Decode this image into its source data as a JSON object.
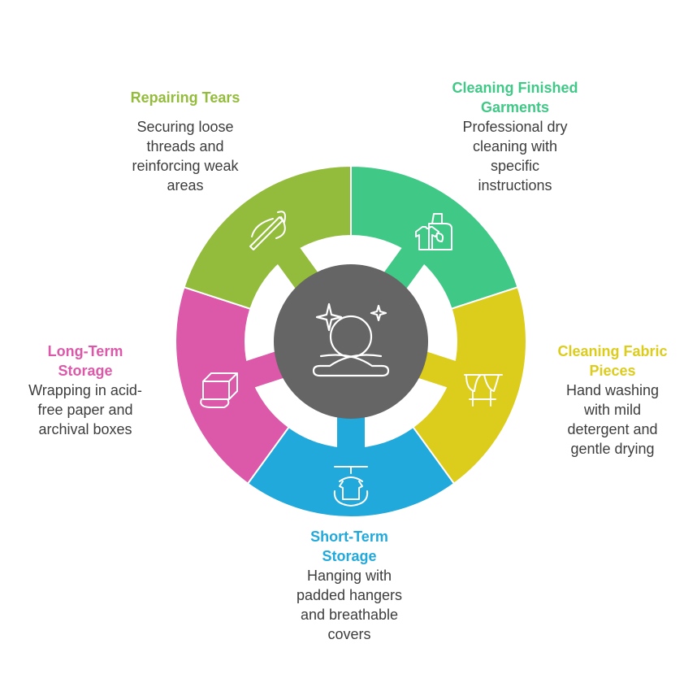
{
  "colors": {
    "repair": "#94bc3c",
    "clean_garments": "#40c886",
    "clean_fabric": "#dccc1c",
    "short_storage": "#22a9dc",
    "long_storage": "#dc58a8",
    "center": "#656565",
    "icon": "#ffffff"
  },
  "center": {
    "icon": "meditation-sparkle-icon"
  },
  "segments": [
    {
      "id": "repair",
      "title": "Repairing Tears",
      "description": "Securing loose\nthreads and\nreinforcing weak\nareas",
      "icon": "needle-thread-icon"
    },
    {
      "id": "clean_garments",
      "title": "Cleaning Finished\nGarments",
      "description": "Professional dry\ncleaning with\nspecific\ninstructions",
      "icon": "detergent-shirt-icon"
    },
    {
      "id": "clean_fabric",
      "title": "Cleaning Fabric\nPieces",
      "description": "Hand washing\nwith mild\ndetergent and\ngentle drying",
      "icon": "drying-rack-icon"
    },
    {
      "id": "short_storage",
      "title": "Short-Term\nStorage",
      "description": "Hanging with\npadded hangers\nand breathable\ncovers",
      "icon": "hanger-shirt-icon"
    },
    {
      "id": "long_storage",
      "title": "Long-Term\nStorage",
      "description": "Wrapping in acid-\nfree paper and\narchival boxes",
      "icon": "storage-box-icon"
    }
  ]
}
